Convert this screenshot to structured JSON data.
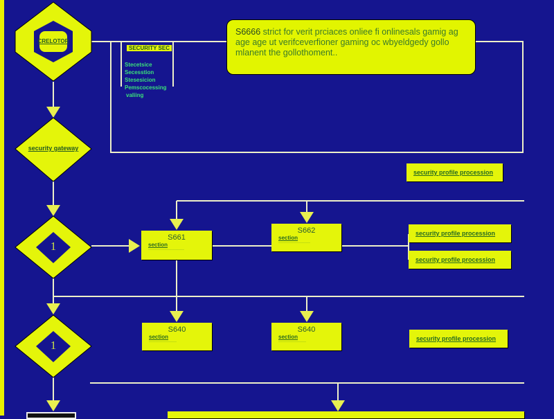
{
  "callout": {
    "id": "S6666",
    "text": "strict for verit prciaces onliee fi onlinesals gamig ag age age ut verifceverfioner gaming oc wbyeldgedy gollo mlanent the gollothoment.."
  },
  "start_node": {
    "label": "CRELOTOR"
  },
  "panel": {
    "header": "SECURITY SEC",
    "items": [
      "Stecetsice",
      "Secesstion",
      "Stesesicion",
      "Pemscocessing",
      "valiing"
    ]
  },
  "decision_1": {
    "label": "security gateway"
  },
  "decision_2": {
    "label": "1"
  },
  "decision_3": {
    "label": "1"
  },
  "boxes": [
    {
      "title": "S661",
      "sub": "section",
      "dots": "··························"
    },
    {
      "title": "S662",
      "sub": "section",
      "dots": "·······················"
    },
    {
      "title": "S640",
      "sub": "section",
      "dots": "····················"
    },
    {
      "title": "S640",
      "sub": "section",
      "dots": "····················"
    }
  ],
  "side_boxes": [
    "security profile procession",
    "security profile procession",
    "security profile procession",
    "security profile procession"
  ],
  "colors": {
    "background": "#15158f",
    "node": "#e4f50a",
    "line": "#f0f0c0"
  }
}
